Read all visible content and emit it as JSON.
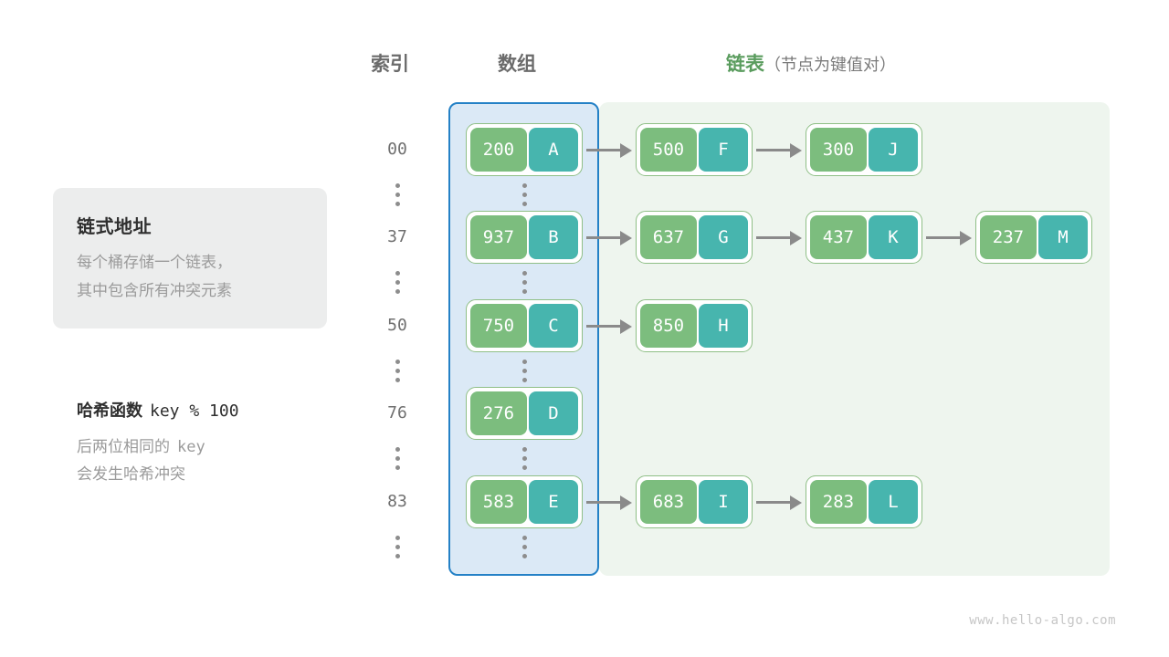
{
  "headers": {
    "index": "索引",
    "array": "数组",
    "list_main": "链表",
    "list_sub": "（节点为键值对）"
  },
  "info_card": {
    "title": "链式地址",
    "body": "每个桶存储一个链表，\n其中包含所有冲突元素"
  },
  "hash_function": {
    "title": "哈希函数",
    "expression": "key % 100",
    "body_line1_prefix": "后两位相同的",
    "body_line1_mono": "key",
    "body_line2": "会发生哈希冲突"
  },
  "colors": {
    "bucket_panel_bg": "#dbe9f6",
    "bucket_panel_border": "#2481c6",
    "list_panel_bg": "#eef5ee",
    "node_key_green": "#7cbd7e",
    "node_value_teal": "#47b5ae",
    "node_border": "#8fbf86",
    "arrow_gray": "#8a8a8a",
    "header_green": "#5a9c5e",
    "info_card_bg": "#eceded"
  },
  "ellipsis_glyph": "⋮",
  "rows": [
    {
      "index": "00",
      "nodes": [
        {
          "key": "200",
          "value": "A",
          "in_bucket": true
        },
        {
          "key": "500",
          "value": "F",
          "in_bucket": false
        },
        {
          "key": "300",
          "value": "J",
          "in_bucket": false
        }
      ]
    },
    {
      "index": "37",
      "nodes": [
        {
          "key": "937",
          "value": "B",
          "in_bucket": true
        },
        {
          "key": "637",
          "value": "G",
          "in_bucket": false
        },
        {
          "key": "437",
          "value": "K",
          "in_bucket": false
        },
        {
          "key": "237",
          "value": "M",
          "in_bucket": false
        }
      ]
    },
    {
      "index": "50",
      "nodes": [
        {
          "key": "750",
          "value": "C",
          "in_bucket": true
        },
        {
          "key": "850",
          "value": "H",
          "in_bucket": false
        }
      ]
    },
    {
      "index": "76",
      "nodes": [
        {
          "key": "276",
          "value": "D",
          "in_bucket": true
        }
      ]
    },
    {
      "index": "83",
      "nodes": [
        {
          "key": "583",
          "value": "E",
          "in_bucket": true
        },
        {
          "key": "683",
          "value": "I",
          "in_bucket": false
        },
        {
          "key": "283",
          "value": "L",
          "in_bucket": false
        }
      ]
    }
  ],
  "watermark": "www.hello-algo.com"
}
